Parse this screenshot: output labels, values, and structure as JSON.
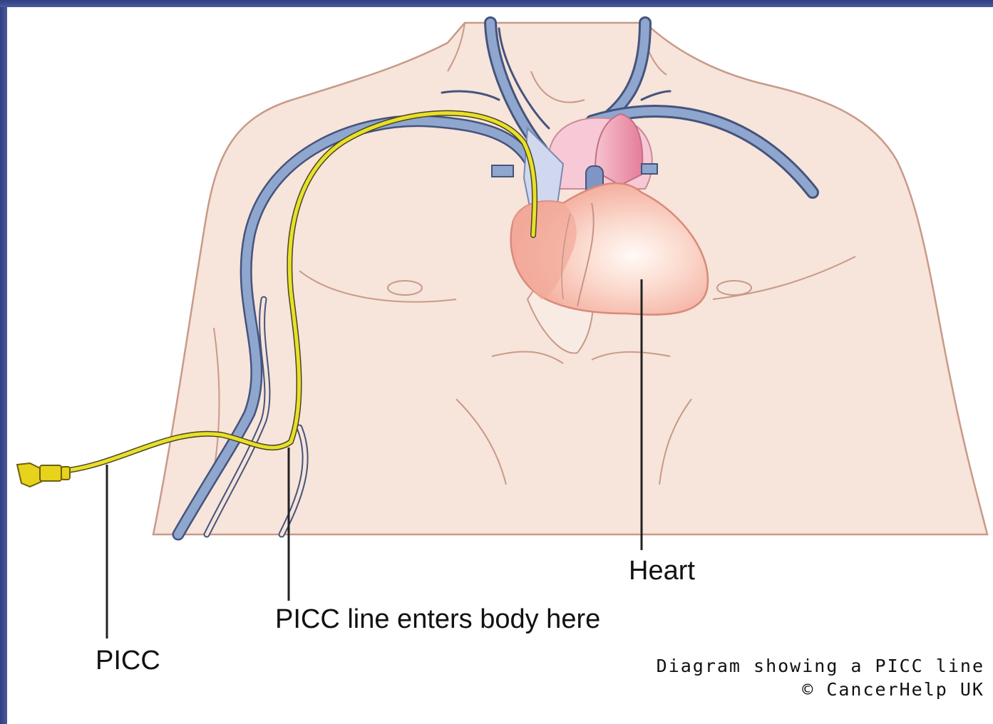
{
  "diagram": {
    "labels": {
      "heart": "Heart",
      "entry_point": "PICC line enters body here",
      "picc": "PICC"
    },
    "caption": {
      "title": "Diagram showing a PICC line",
      "credit": "© CancerHelp UK"
    },
    "colors": {
      "skin": "#f7e4da",
      "skin_outline": "#c89a88",
      "vein": "#8fa6cf",
      "vein_outline": "#45547c",
      "picc_line": "#e8e02a",
      "heart_right": "#f2a99a",
      "aorta": "#e9899f",
      "frame": "#3b4a8c"
    }
  }
}
